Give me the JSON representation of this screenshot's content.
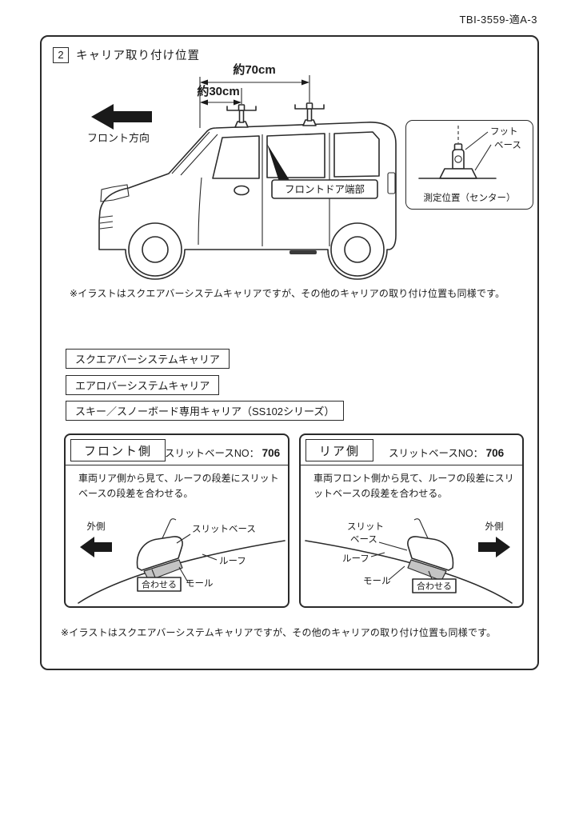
{
  "doc": {
    "ref": "TBI-3559-適A-3"
  },
  "section": {
    "number": "2",
    "title": "キャリア取り付け位置"
  },
  "figure": {
    "dim_top": "約70cm",
    "dim_front": "約30cm",
    "front_direction": "フロント方向",
    "door_edge_label": "フロントドア端部",
    "inset": {
      "foot": "フット",
      "base": "ベース",
      "measure": "測定位置（センター）"
    }
  },
  "note_top": "※イラストはスクエアバーシステムキャリアですが、その他のキャリアの取り付け位置も同様です。",
  "carrier_types": [
    "スクエアバーシステムキャリア",
    "エアロバーシステムキャリア",
    "スキー／スノーボード専用キャリア（SS102シリーズ）"
  ],
  "panels": {
    "front": {
      "title": "フロント側",
      "no_label": "スリットベースNO：",
      "no_value": "706",
      "desc": "車両リア側から見て、ルーフの段差にスリットベースの段差を合わせる。",
      "outside": "外側",
      "slit_base": "スリットベース",
      "roof": "ルーフ",
      "molding": "モール",
      "align": "合わせる"
    },
    "rear": {
      "title": "リア側",
      "no_label": "スリットベースNO：",
      "no_value": "706",
      "desc": "車両フロント側から見て、ルーフの段差にスリットベースの段差を合わせる。",
      "outside": "外側",
      "slit_base_line1": "スリット",
      "slit_base_line2": "ベース",
      "roof": "ルーフ",
      "molding": "モール",
      "align": "合わせる"
    }
  },
  "note_bottom": "※イラストはスクエアバーシステムキャリアですが、その他のキャリアの取り付け位置も同様です。"
}
